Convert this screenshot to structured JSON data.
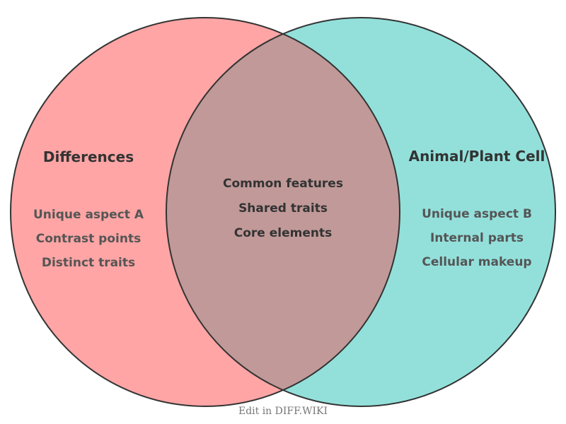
{
  "diagram": {
    "left_set": {
      "title": "Differences",
      "items": [
        "Unique aspect A",
        "Contrast points",
        "Distinct traits"
      ],
      "color": "#ffa5a5"
    },
    "right_set": {
      "title": "Animal/Plant Cell",
      "items": [
        "Unique aspect B",
        "Internal parts",
        "Cellular makeup"
      ],
      "color": "#93e0db"
    },
    "intersection": {
      "items": [
        "Common features",
        "Shared traits",
        "Core elements"
      ],
      "color": "#c09998"
    },
    "outline_color": "#333333"
  },
  "footer": {
    "text": "Edit in DIFF.WIKI"
  }
}
